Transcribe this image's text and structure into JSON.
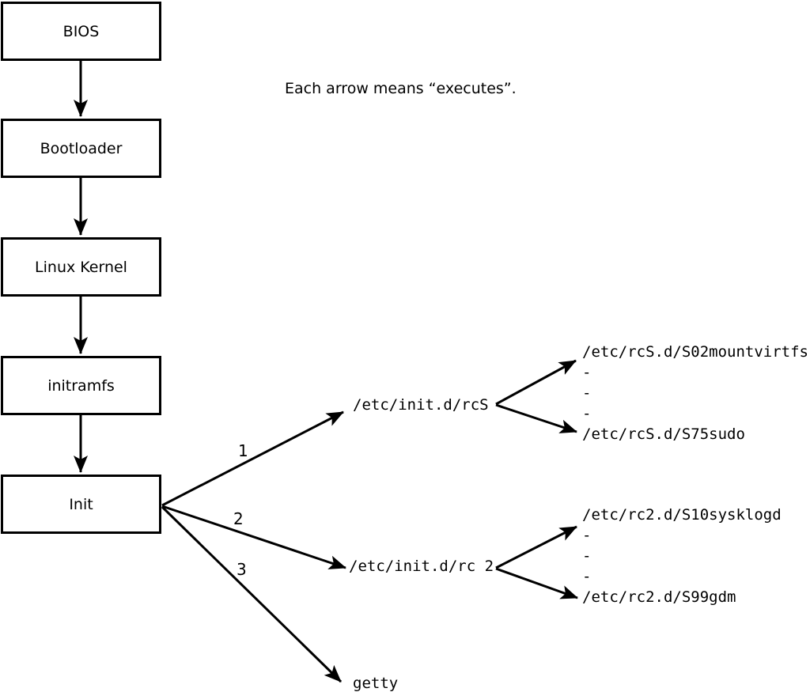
{
  "note": "Each arrow means “executes”.",
  "chain": [
    {
      "label": "BIOS"
    },
    {
      "label": "Bootloader"
    },
    {
      "label": "Linux Kernel"
    },
    {
      "label": "initramfs"
    },
    {
      "label": "Init"
    }
  ],
  "init_targets": [
    {
      "order": "1",
      "label": "/etc/init.d/rcS"
    },
    {
      "order": "2",
      "label": "/etc/init.d/rc 2"
    },
    {
      "order": "3",
      "label": "getty"
    }
  ],
  "rcS_entries": [
    "/etc/rcS.d/S02mountvirtfs",
    "-",
    "-",
    "-",
    "/etc/rcS.d/S75sudo"
  ],
  "rc2_entries": [
    "/etc/rc2.d/S10sysklogd",
    "-",
    "-",
    "-",
    "/etc/rc2.d/S99gdm"
  ],
  "colors": {
    "line": "#000000",
    "background": "#ffffff"
  }
}
